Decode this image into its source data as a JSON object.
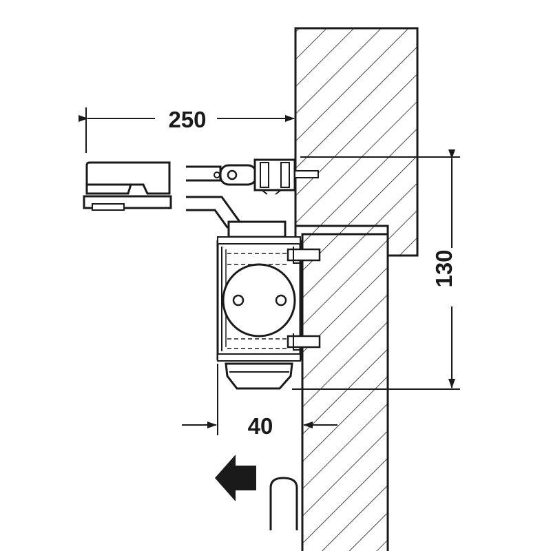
{
  "dimensions": {
    "width_label": "250",
    "height_label": "130",
    "offset_label": "40"
  },
  "colors": {
    "line": "#1a1a1a",
    "hatch": "#1a1a1a",
    "background": "#ffffff",
    "body_fill": "#ffffff"
  },
  "icons": {
    "direction_arrow": "arrow-left-icon"
  }
}
